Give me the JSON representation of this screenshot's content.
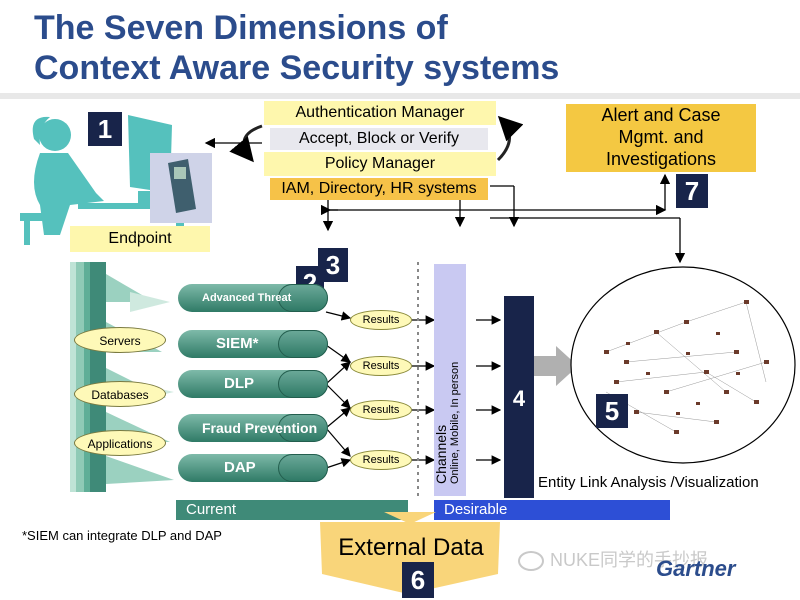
{
  "title": {
    "line1": "The Seven Dimensions of",
    "line2": "Context Aware Security systems"
  },
  "top_stack": {
    "authentication": "Authentication Manager",
    "accept": "Accept, Block or Verify",
    "policy": "Policy  Manager",
    "iam": "IAM, Directory, HR systems"
  },
  "endpoint": {
    "label": "Endpoint"
  },
  "alert": {
    "line1": "Alert and Case",
    "line2": "Mgmt. and",
    "line3": "Investigations"
  },
  "numbers": {
    "n1": "1",
    "n2": "2",
    "n3": "3",
    "n4": "4",
    "n5": "5",
    "n6": "6",
    "n7": "7"
  },
  "left_ovals": {
    "servers": "Servers",
    "databases": "Databases",
    "applications": "Applications"
  },
  "pills": {
    "advanced": "Advanced Threat",
    "siem": "SIEM*",
    "dlp": "DLP",
    "fraud": "Fraud Prevention",
    "dap": "DAP"
  },
  "results": [
    "Results",
    "Results",
    "Results",
    "Results"
  ],
  "channels": {
    "title": "Channels",
    "sub": "Online, Mobile, In person"
  },
  "entity": "Entity Link Analysis /Visualization",
  "bars": {
    "current": "Current",
    "desirable": "Desirable"
  },
  "footnote": "*SIEM can integrate DLP and DAP",
  "external": "External Data",
  "watermark": "NUKE同学的手抄报",
  "logo": "Gartner",
  "colors": {
    "title": "#2b4c8c",
    "navy": "#18244a",
    "teal": "#3f8a78",
    "blue": "#2d4fd6",
    "yellow": "#f4c842"
  }
}
